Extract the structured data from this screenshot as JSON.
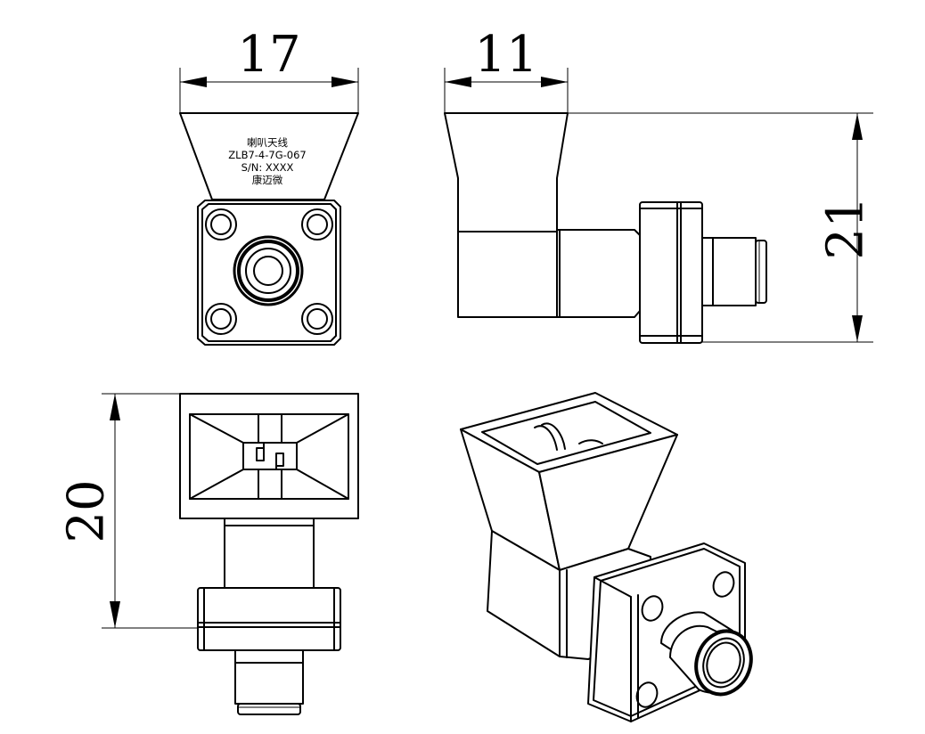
{
  "colors": {
    "line": "#000000",
    "background": "#ffffff"
  },
  "dimensions": {
    "width_front": "17",
    "width_side": "11",
    "height_side": "21",
    "height_top": "20"
  },
  "label": {
    "line1": "喇叭天线",
    "line2": "ZLB7-4-7G-067",
    "line3": "S/N: XXXX",
    "line4": "康迈微"
  }
}
